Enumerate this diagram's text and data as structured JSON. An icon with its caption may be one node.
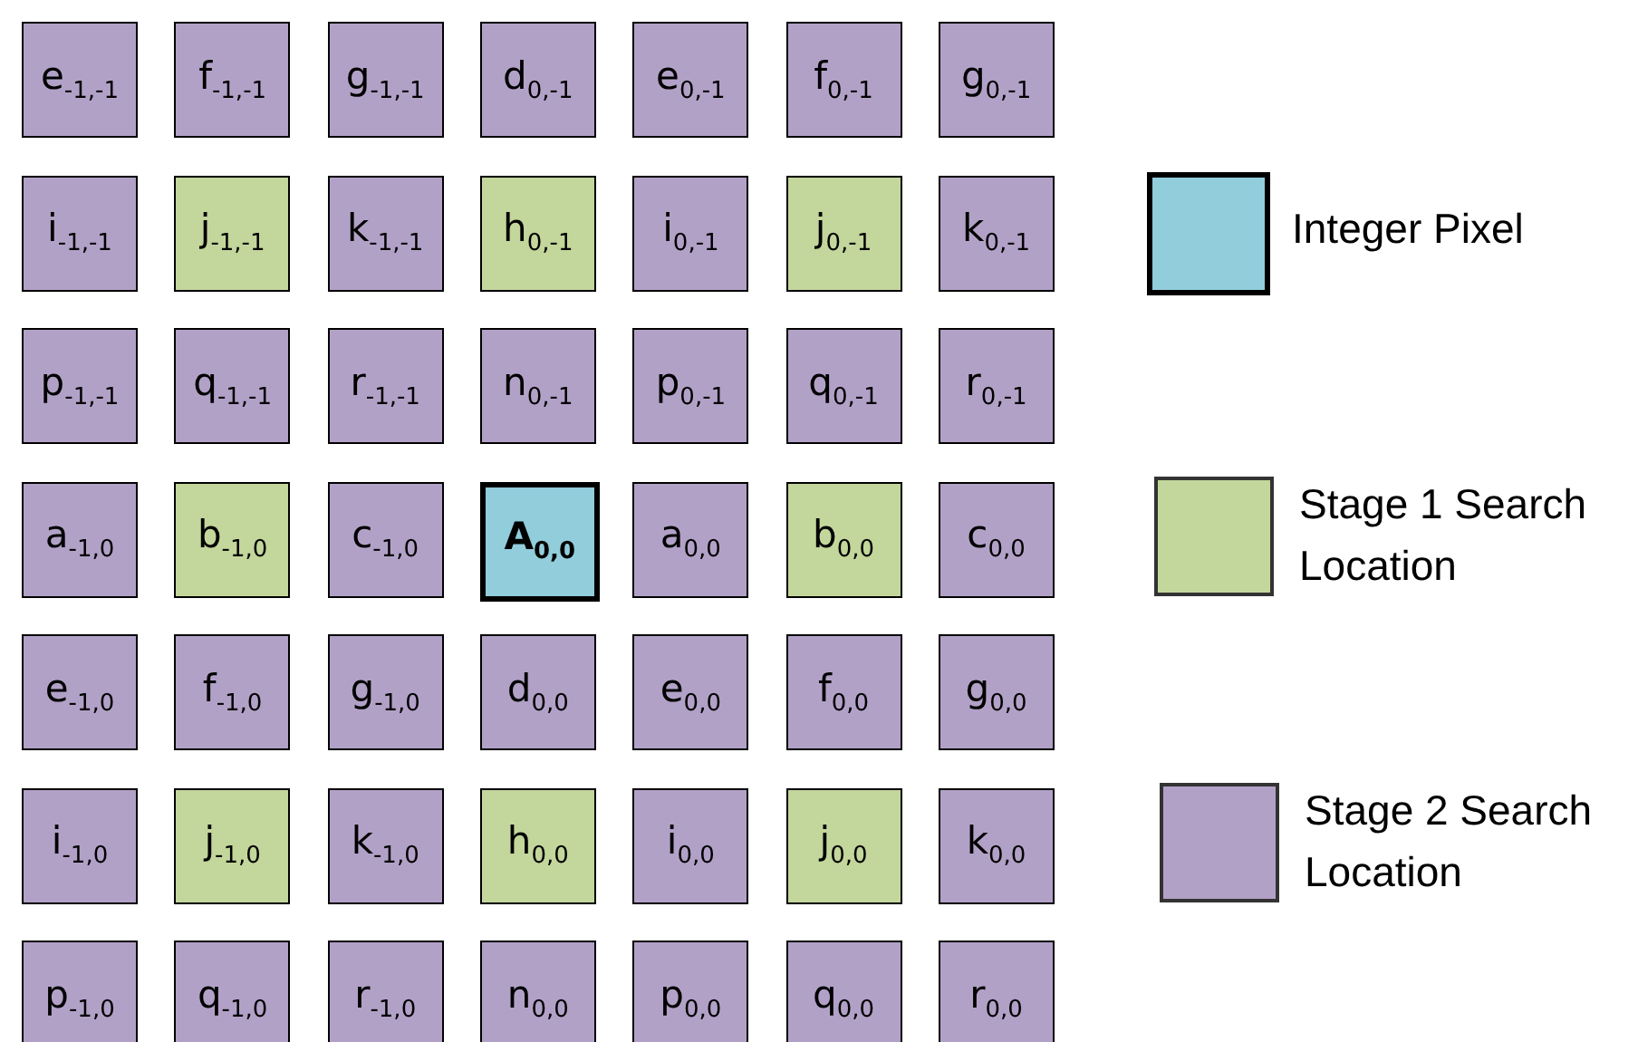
{
  "diagram": {
    "nodes": [
      {
        "text": [
          "e$_{-1,-1}$"
        ]
      },
      {
        "text": [
          "f$_{-1,-1}$"
        ]
      },
      {
        "text": [
          "g$_{-1,-1}$"
        ]
      },
      {
        "text": [
          "d$_{0,-1}$"
        ]
      },
      {
        "text": [
          "e$_{0,-1}$"
        ]
      },
      {
        "text": [
          "f$_{0,-1}$"
        ]
      },
      {
        "text": [
          "g$_{0,-1}$"
        ]
      },
      {
        "text": [
          "i$_{-1,-1}$"
        ]
      },
      {
        "text": [
          "j$_{-1,-1}$"
        ]
      },
      {
        "text": [
          "k$_{-1,-1}$"
        ]
      },
      {
        "text": [
          "h$_{0,-1}$"
        ]
      },
      {
        "text": [
          "i$_{0,-1}$"
        ]
      },
      {
        "text": [
          "j$_{0,-1}$"
        ]
      },
      {
        "text": [
          "k$_{0,-1}$"
        ]
      },
      {
        "text": [
          "p$_{-1,-1}$"
        ]
      },
      {
        "text": [
          "q$_{-1,-1}$"
        ]
      },
      {
        "text": [
          "r$_{-1,-1}$"
        ]
      },
      {
        "text": [
          "n$_{0,-1}$"
        ]
      },
      {
        "text": [
          "p$_{0,-1}$"
        ]
      },
      {
        "text": [
          "q$_{0,-1}$"
        ]
      },
      {
        "text": [
          "r$_{0,-1}$"
        ]
      },
      {
        "text": [
          "a$_{-1,0}$"
        ]
      },
      {
        "text": [
          "b$_{-1,0}$"
        ]
      },
      {
        "text": [
          "c$_{-1,0}$"
        ]
      },
      {
        "text": [
          "A$_{0,0}$"
        ]
      },
      {
        "text": [
          "a$_{0,0}$"
        ]
      },
      {
        "text": [
          "b$_{0,0}$"
        ]
      },
      {
        "text": [
          "c$_{0,0}$"
        ]
      },
      {
        "text": [
          "e$_{-1,0}$"
        ]
      },
      {
        "text": [
          "f$_{-1,0}$"
        ]
      },
      {
        "text": [
          "g$_{-1,0}$"
        ]
      },
      {
        "text": [
          "d$_{0,0}$"
        ]
      },
      {
        "text": [
          "e$_{0,0}$"
        ]
      },
      {
        "text": [
          "f$_{0,0}$"
        ]
      },
      {
        "text": [
          "g$_{0,0}$"
        ]
      },
      {
        "text": [
          "i$_{-1,0}$"
        ]
      },
      {
        "text": [
          "j$_{-1,0}$"
        ]
      },
      {
        "text": [
          "k$_{-1,0}$"
        ]
      },
      {
        "text": [
          "h$_{0,0}$"
        ]
      },
      {
        "text": [
          "i$_{0,0}$"
        ]
      },
      {
        "text": [
          "j$_{0,0}$"
        ]
      },
      {
        "text": [
          "k$_{0,0}$"
        ]
      },
      {
        "text": [
          "p$_{-1,0}$"
        ]
      },
      {
        "text": [
          "q$_{-1,0}$"
        ]
      },
      {
        "text": [
          "r$_{-1,0}$"
        ]
      },
      {
        "text": [
          "n$_{0,0}$"
        ]
      },
      {
        "text": [
          "p$_{0,0}$"
        ]
      },
      {
        "text": [
          "q$_{0,0}$"
        ]
      },
      {
        "text": [
          "r$_{0,0}$"
        ]
      }
    ],
    "edges": [],
    "legend": [
      {
        "text": "Integer Pixel",
        "color": "#92cddc"
      },
      {
        "text": "Stage 1 Search Location",
        "color": "#c3d69b"
      },
      {
        "text": "Stage 2 Search Location",
        "color": "#b2a1c7"
      }
    ]
  }
}
